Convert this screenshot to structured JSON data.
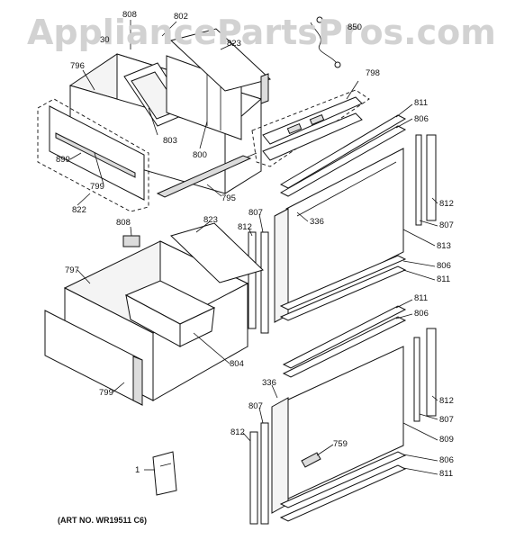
{
  "watermark": "AppliancePartsPros.com",
  "art_number": "(ART NO. WR19511 C6)",
  "callouts": {
    "c808a": "808",
    "c802": "802",
    "c30": "30",
    "c823a": "823",
    "c850": "850",
    "c796": "796",
    "c798": "798",
    "c803": "803",
    "c800": "800",
    "c899": "899",
    "c799a": "799",
    "c822": "822",
    "c795": "795",
    "c811a": "811",
    "c806a": "806",
    "c812a": "812",
    "c807a": "807",
    "c336a": "336",
    "c813": "813",
    "c806b": "806",
    "c811b": "811",
    "c808b": "808",
    "c823b": "823",
    "c807b": "807",
    "c812b": "812",
    "c797": "797",
    "c804": "804",
    "c811c": "811",
    "c806c": "806",
    "c799b": "799",
    "c336b": "336",
    "c807c": "807",
    "c812c": "812",
    "c807d": "807",
    "c809": "809",
    "c812d": "812",
    "c759": "759",
    "c806d": "806",
    "c1": "1",
    "c811d": "811"
  }
}
